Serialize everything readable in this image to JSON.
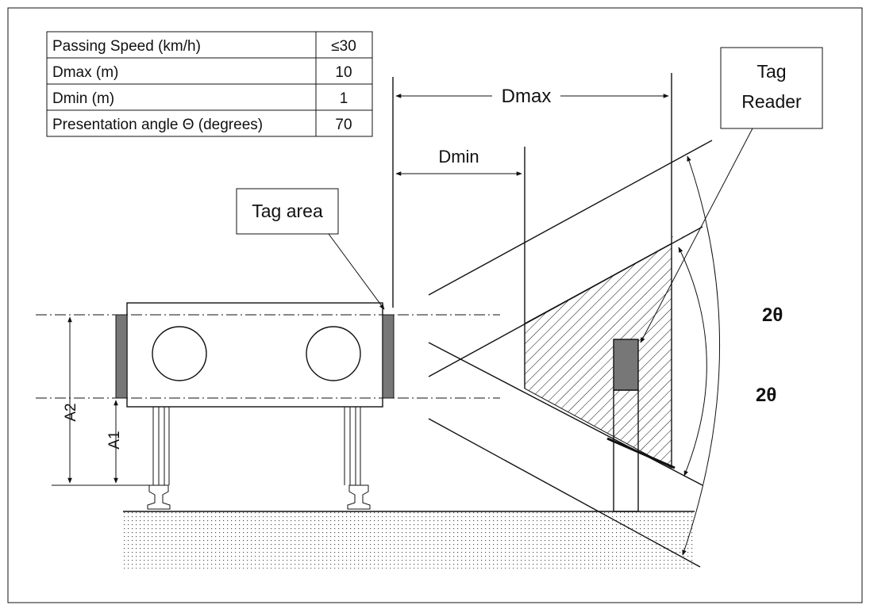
{
  "params_table": {
    "rows": [
      {
        "label": "Passing Speed (km/h)",
        "value": "≤30"
      },
      {
        "label": "Dmax (m)",
        "value": "10"
      },
      {
        "label": "Dmin (m)",
        "value": "1"
      },
      {
        "label": "Presentation angle Θ (degrees)",
        "value": "70"
      }
    ]
  },
  "labels": {
    "tag_reader_line1": "Tag",
    "tag_reader_line2": "Reader",
    "tag_area": "Tag area",
    "dmax": "Dmax",
    "dmin": "Dmin",
    "a1": "A1",
    "a2": "A2",
    "two_theta_upper": "2θ",
    "two_theta_lower": "2θ"
  },
  "colors": {
    "line": "#111111",
    "tag_fill": "#777777",
    "ground_dots": "#333333"
  }
}
